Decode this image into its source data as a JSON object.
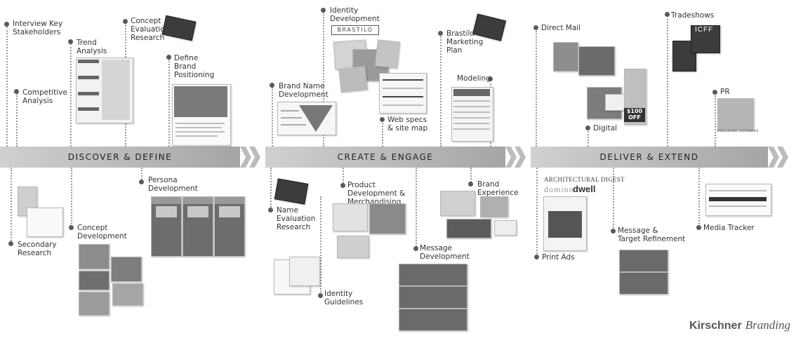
{
  "phases": [
    {
      "label": "DISCOVER & DEFINE"
    },
    {
      "label": "CREATE & ENGAGE"
    },
    {
      "label": "DELIVER & EXTEND"
    }
  ],
  "steps": {
    "interview_stakeholders": "Interview Key\nStakeholders",
    "competitive_analysis": "Competitive\nAnalysis",
    "trend_analysis": "Trend\nAnalysis",
    "concept_evaluation": "Concept\nEvaluation\nResearch",
    "define_brand": "Define\nBrand\nPositioning",
    "secondary_research": "Secondary\nResearch",
    "concept_development": "Concept\nDevelopment",
    "persona_development": "Persona\nDevelopment",
    "identity_development": "Identity\nDevelopment",
    "brand_name_development": "Brand Name\nDevelopment",
    "web_specs": "Web specs\n& site map",
    "marketing_plan": "Brastilo\nMarketing\nPlan",
    "modeling": "Modeling",
    "name_evaluation": "Name\nEvaluation\nResearch",
    "product_development": "Product\nDevelopment &\nMerchandising",
    "brand_experience": "Brand\nExperience",
    "message_development": "Message\nDevelopment",
    "identity_guidelines": "Identity\nGuidelines",
    "direct_mail": "Direct Mail",
    "tradeshows": "Tradeshows",
    "pr": "PR",
    "digital": "Digital",
    "print_ads": "Print Ads",
    "message_refinement": "Message &\nTarget Refinement",
    "media_tracker": "Media Tracker"
  },
  "artwork_text": {
    "brastilo": "BRASTILO",
    "pub_architectural": "ARCHITECTURAL DIGEST",
    "pub_domino": "domino",
    "pub_dwell": "dwell",
    "price": "$100\nOFF",
    "icff": "ICFF",
    "store": "BERGDORF GOODMAN"
  },
  "branding": {
    "name": "Kirschner",
    "suffix": "Branding"
  },
  "colors": {
    "band": "#a9a9a9",
    "dot": "#5a5a5a",
    "chevron": "#bcbcbc"
  }
}
